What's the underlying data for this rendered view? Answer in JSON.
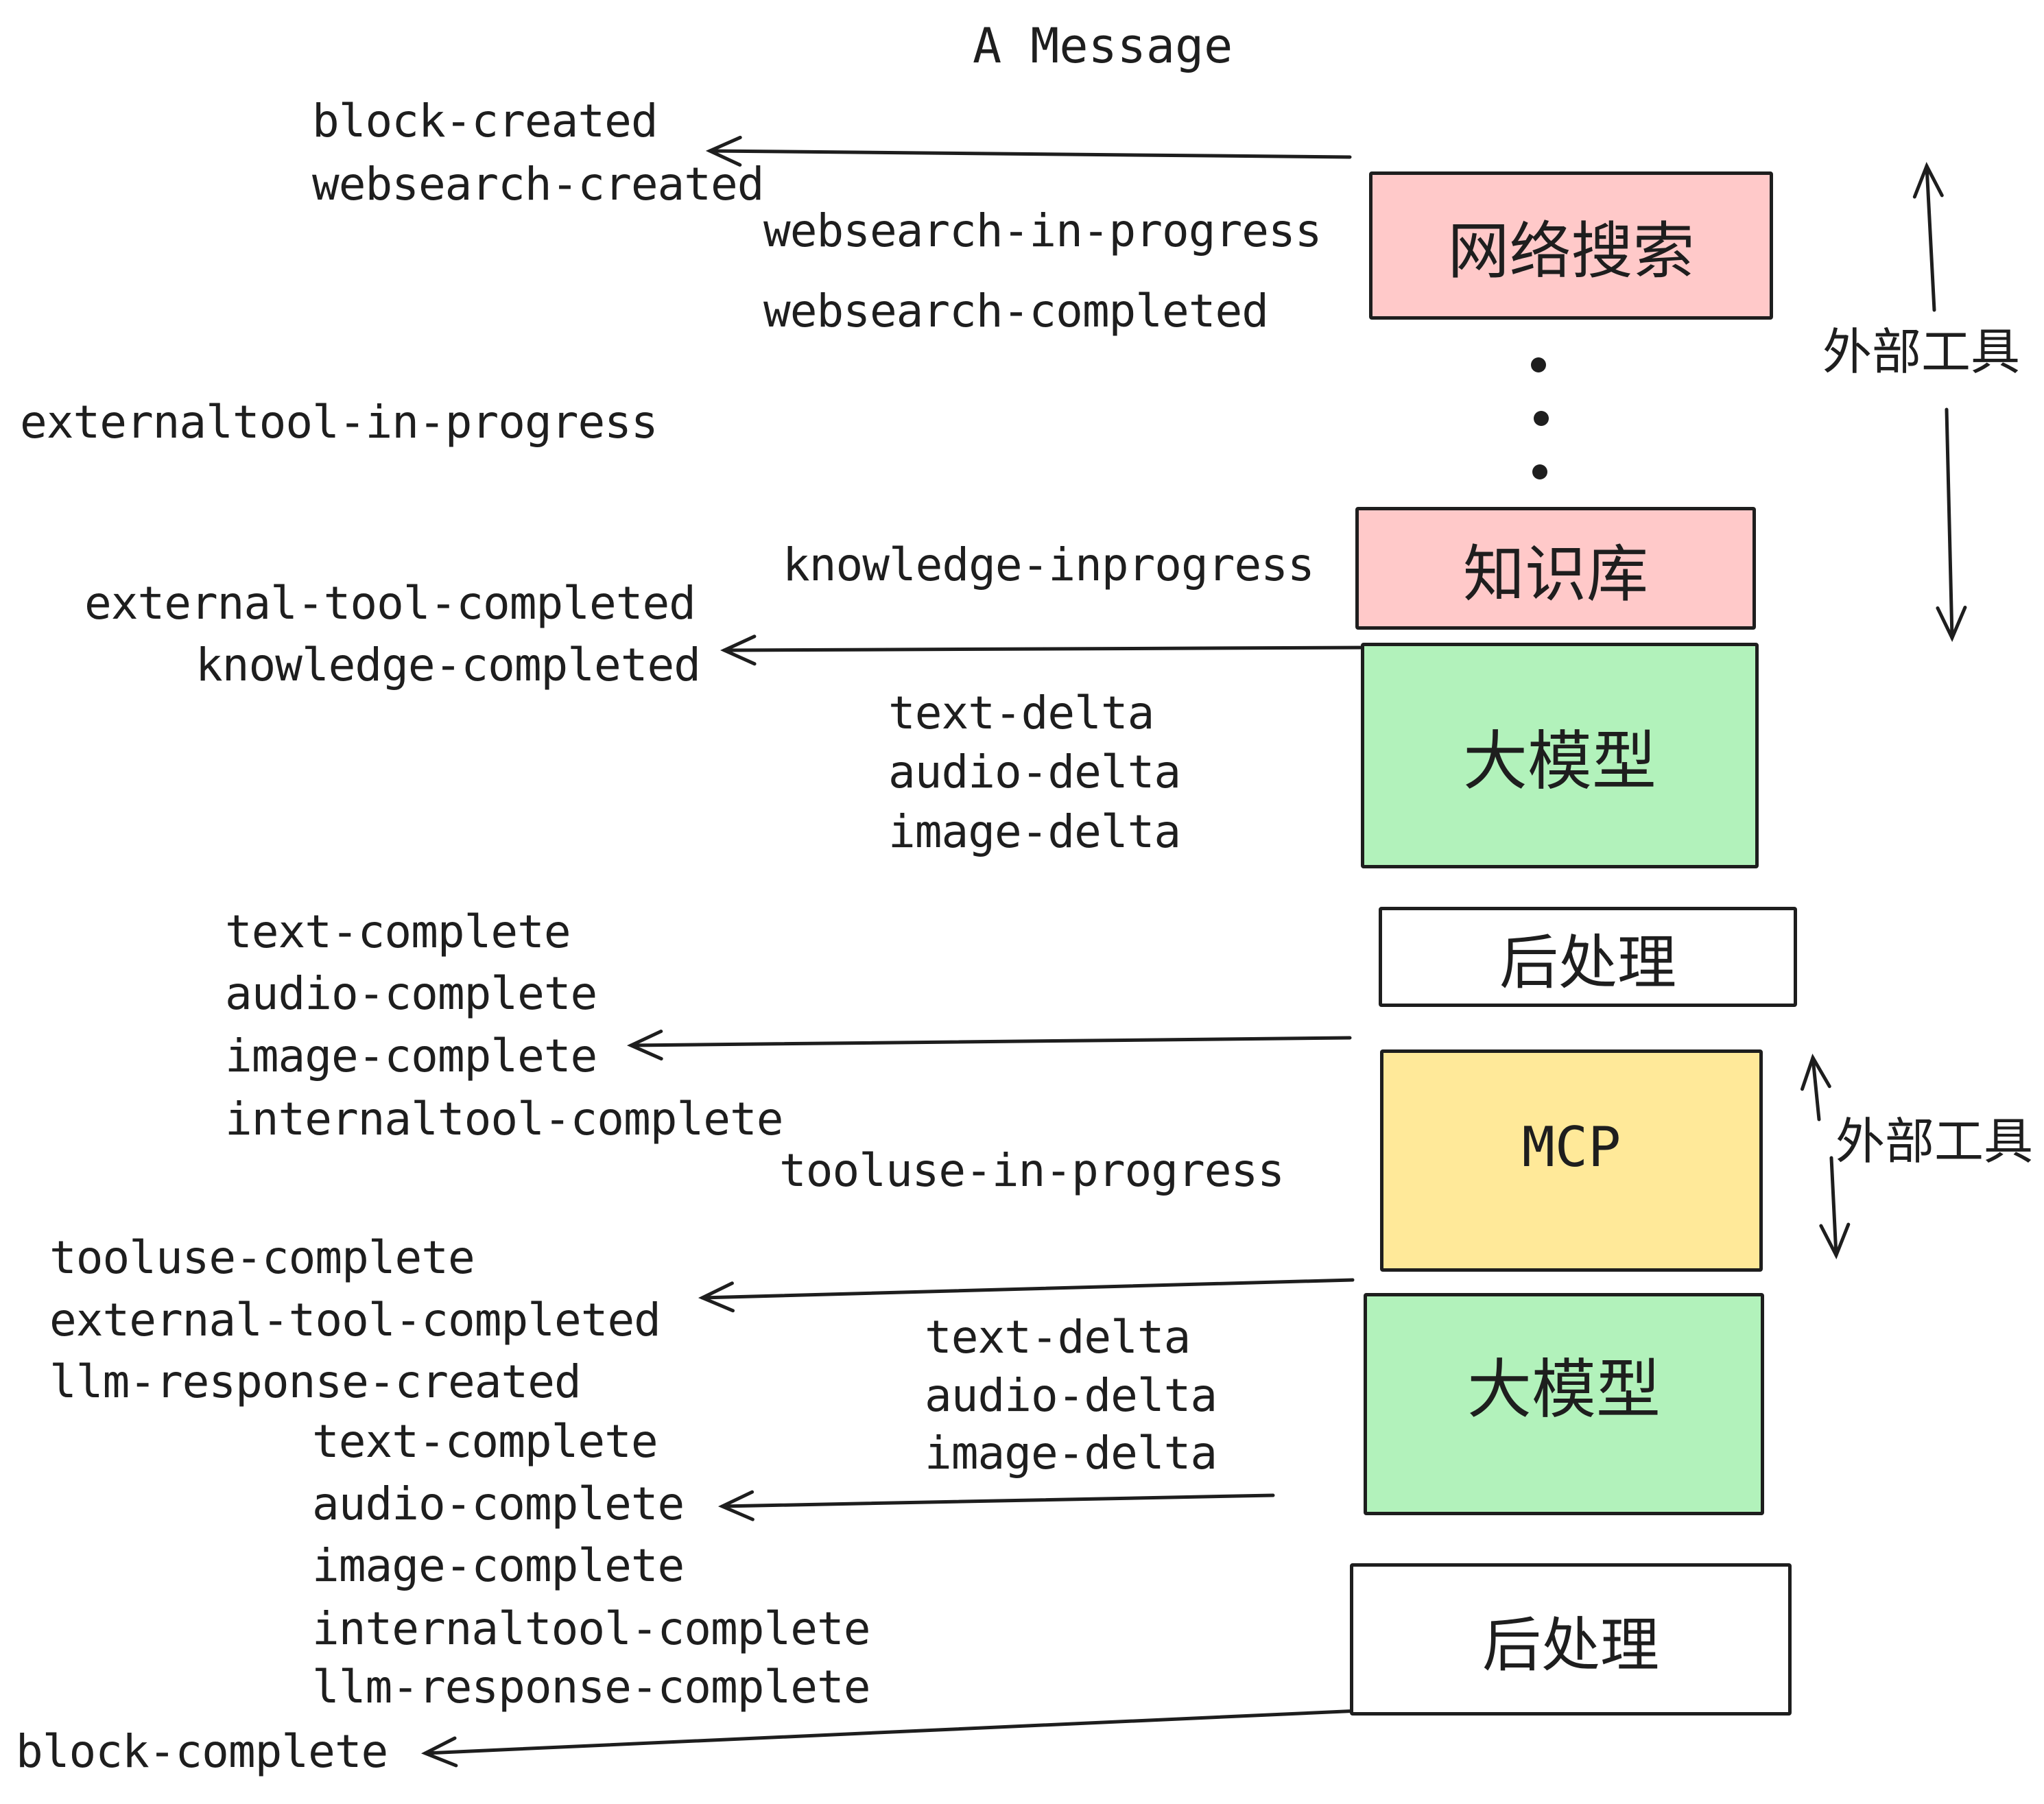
{
  "title": "A Message",
  "colors": {
    "ink": "#1e1e1e",
    "pink": "#ffc9c9",
    "green": "#b2f2bb",
    "yellow": "#ffe999",
    "white": "#ffffff"
  },
  "boxes": {
    "websearch": {
      "label": "网络搜索",
      "fill": "#ffc9c9"
    },
    "knowledge": {
      "label": "知识库",
      "fill": "#ffc9c9"
    },
    "llm1": {
      "label": "大模型",
      "fill": "#b2f2bb"
    },
    "post1": {
      "label": "后处理",
      "fill": "#ffffff"
    },
    "mcp": {
      "label": "MCP",
      "fill": "#ffe999"
    },
    "llm2": {
      "label": "大模型",
      "fill": "#b2f2bb"
    },
    "post2": {
      "label": "后处理",
      "fill": "#ffffff"
    }
  },
  "events": {
    "block_created": "block-created",
    "websearch_created": "websearch-created",
    "websearch_in_progress": "websearch-in-progress",
    "websearch_completed": "websearch-completed",
    "externaltool_in_progress": "externaltool-in-progress",
    "knowledge_inprogress": "knowledge-inprogress",
    "external_tool_completed_1": "external-tool-completed",
    "knowledge_completed": "knowledge-completed",
    "text_delta_1": "text-delta",
    "audio_delta_1": "audio-delta",
    "image_delta_1": "image-delta",
    "text_complete_1": "text-complete",
    "audio_complete_1": "audio-complete",
    "image_complete_1": "image-complete",
    "internaltool_complete_1": "internaltool-complete",
    "tooluse_in_progress": "tooluse-in-progress",
    "tooluse_complete": "tooluse-complete",
    "external_tool_completed_2": "external-tool-completed",
    "llm_response_created": "llm-response-created",
    "text_delta_2": "text-delta",
    "audio_delta_2": "audio-delta",
    "image_delta_2": "image-delta",
    "text_complete_2": "text-complete",
    "audio_complete_2": "audio-complete",
    "image_complete_2": "image-complete",
    "internaltool_complete_2": "internaltool-complete",
    "llm_response_complete": "llm-response-complete",
    "block_complete": "block-complete"
  },
  "annotations": {
    "external_tools_top": "外部工具",
    "external_tools_mid": "外部工具",
    "ellipsis": "⋮"
  }
}
